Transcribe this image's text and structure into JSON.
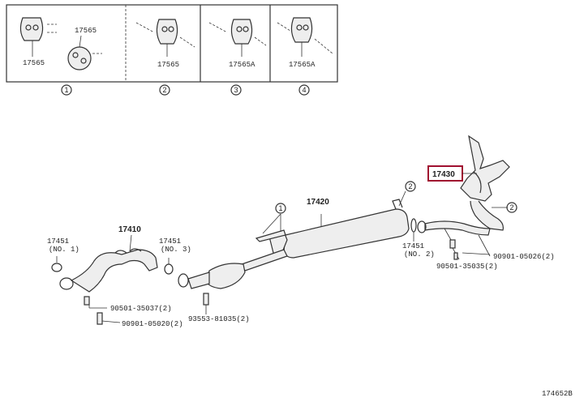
{
  "insets": [
    {
      "marker": "①",
      "labels": [
        "17565",
        "17565"
      ]
    },
    {
      "marker": "②",
      "labels": [
        "17565"
      ]
    },
    {
      "marker": "③",
      "labels": [
        "17565A"
      ]
    },
    {
      "marker": "④",
      "labels": [
        "17565A"
      ]
    }
  ],
  "parts": {
    "p17430": "17430",
    "p17420": "17420",
    "p17410": "17410",
    "p17451_no1": "17451",
    "p17451_no1_sub": "(NO. 1)",
    "p17451_no3": "17451",
    "p17451_no3_sub": "(NO. 3)",
    "p17451_no2": "17451",
    "p17451_no2_sub": "(NO. 2)",
    "b90501_35037": "90501-35037(2)",
    "b90901_05020": "90901-05020(2)",
    "b93553_81035": "93553-81035(2)",
    "b90901_05026": "90901-05026(2)",
    "b90501_35035": "90501-35035(2)"
  },
  "callouts": {
    "c1": "1",
    "c2a": "2",
    "c2b": "2"
  },
  "figure_id": "174652B",
  "highlight_color": "#a01030"
}
